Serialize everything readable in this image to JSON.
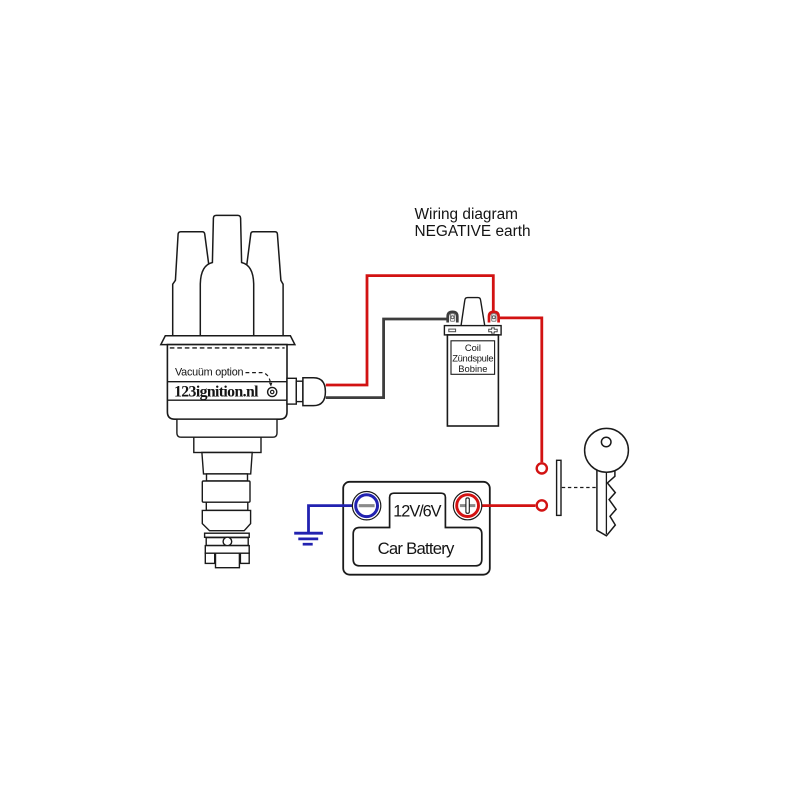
{
  "title": {
    "line1": "Wiring diagram",
    "line2": "NEGATIVE earth"
  },
  "distributor": {
    "vacuum_label": "Vacuüm option",
    "brand": "123ignition.nl"
  },
  "coil": {
    "labels": [
      "Coil",
      "Zündspule",
      "Bobine"
    ]
  },
  "battery": {
    "voltage": "12V/6V",
    "name": "Car Battery"
  },
  "colors": {
    "wire_red": "#d21212",
    "wire_blue": "#2222b0",
    "wire_black": "#3d3d3d",
    "outline": "#1a1a1a",
    "terminal_gray": "#8a8a8a"
  }
}
